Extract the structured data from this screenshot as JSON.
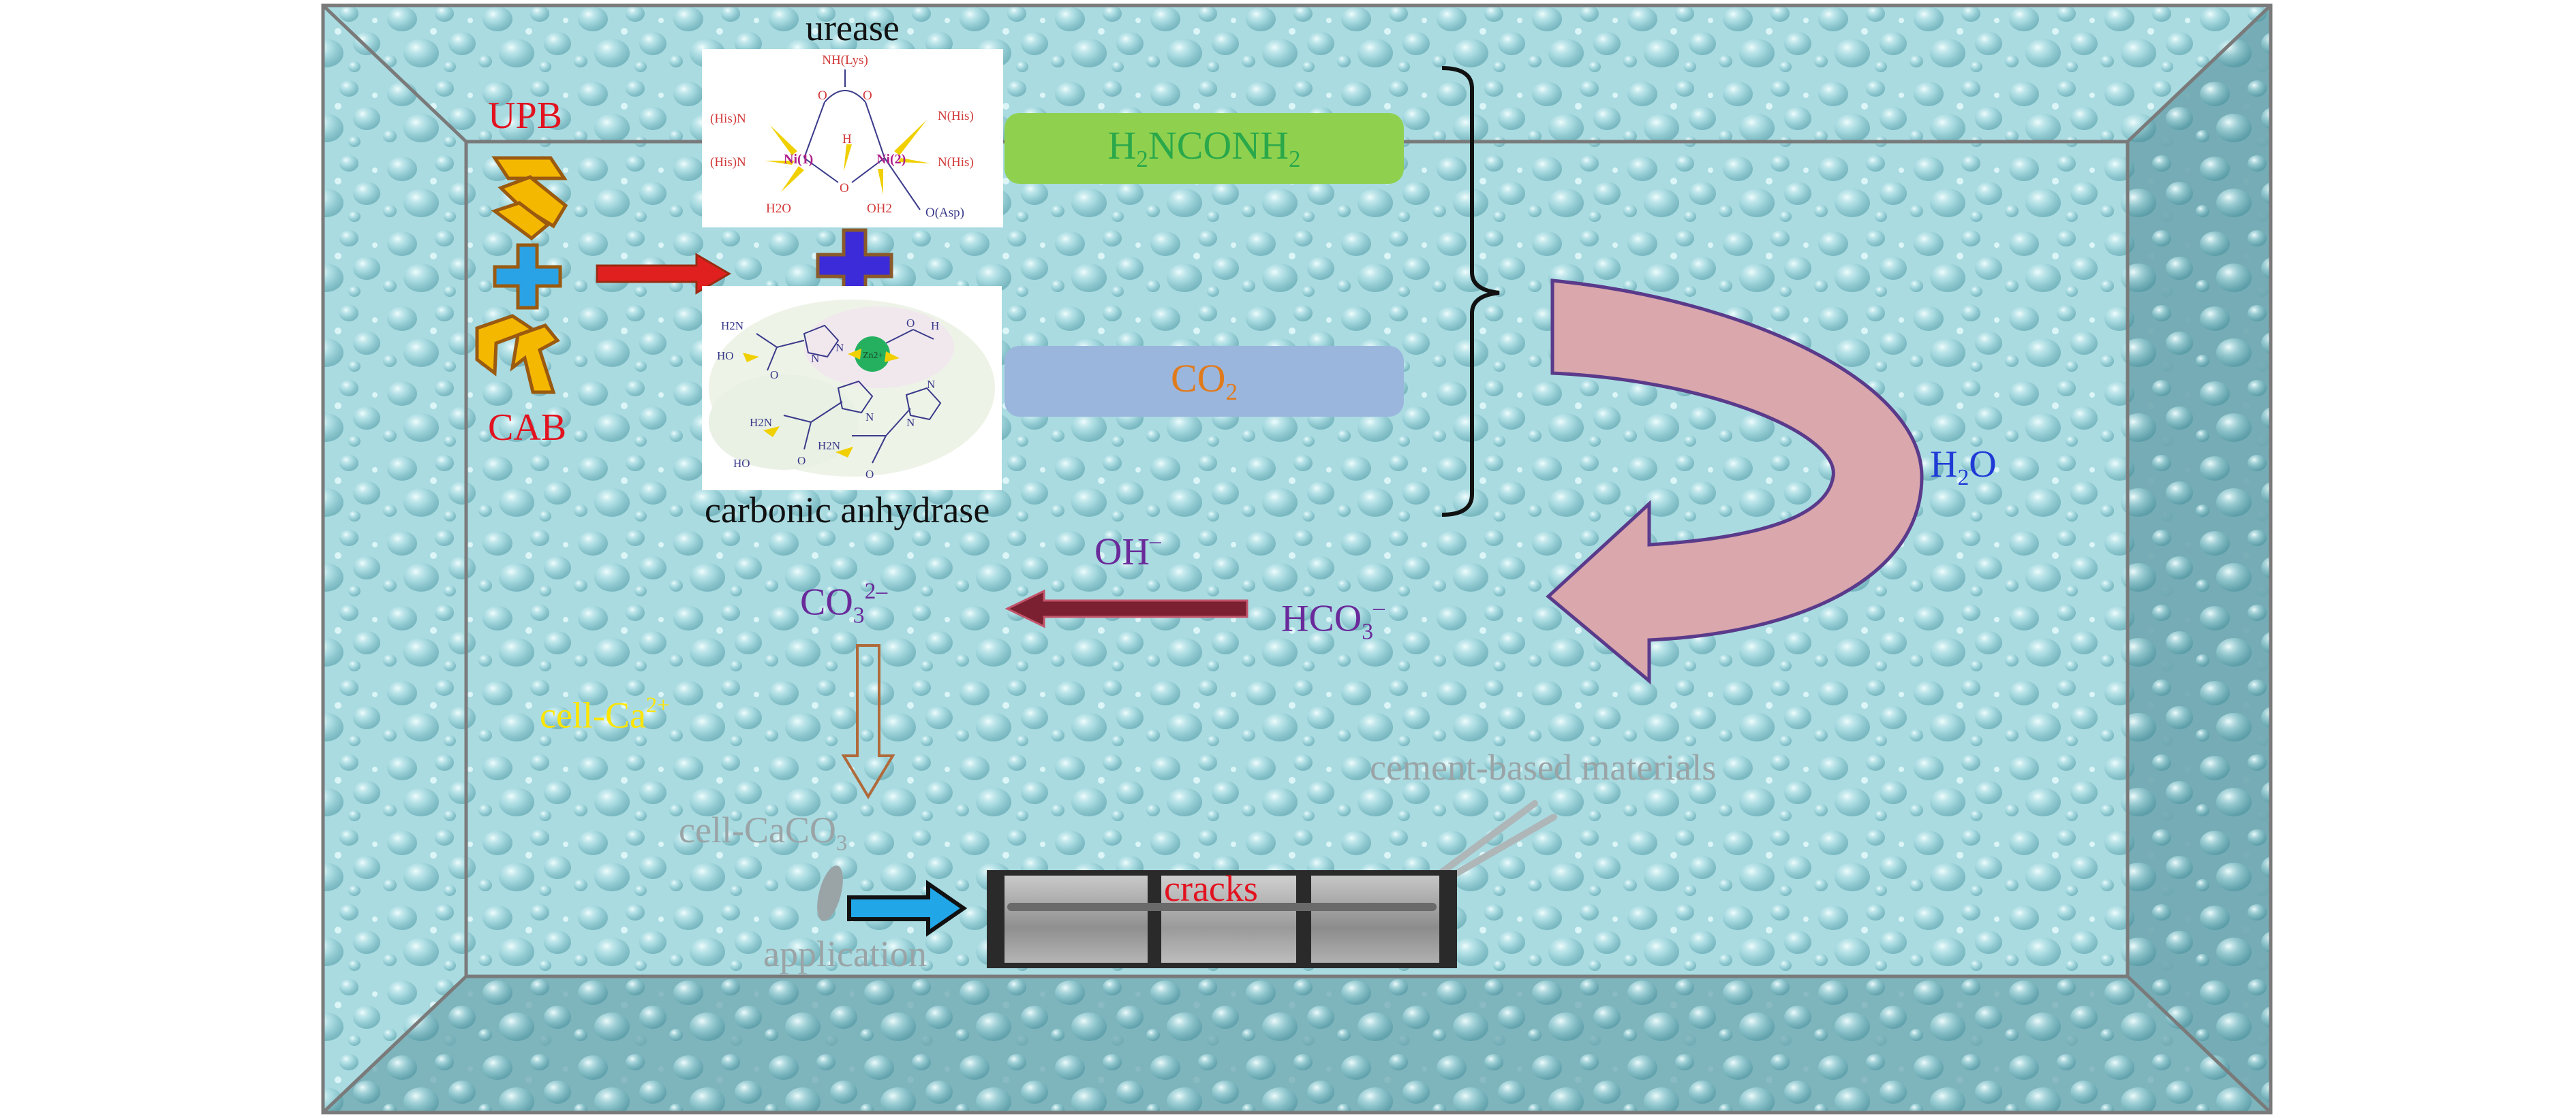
{
  "colors": {
    "water_light": "#bfe6ea",
    "water_mid": "#8fcfd7",
    "water_dark": "#4f9aa6",
    "frame_side": "#5f9aa3",
    "frame_edge": "#7a7a7a",
    "red_label": "#e2121f",
    "green_pill": "#8fd14f",
    "green_text": "#2aa84a",
    "blue_pill": "#9bb6dc",
    "orange_text": "#e07b1d",
    "purple_text": "#6a2a9a",
    "blue_text": "#1f3bd6",
    "yellow_text": "#ffe600",
    "grey_text": "#9aa4a6",
    "curve_fill": "#d9a7ac",
    "curve_stroke": "#5a3a8a",
    "maroon_arrow": "#7a2030",
    "cyan_arrow": "#21a7e8",
    "gold_shape": "#f5b800",
    "plus_blue": "#2aa2e6",
    "plus_purple": "#3b2bd8"
  },
  "labels": {
    "urease": "urease",
    "upb": "UPB",
    "cab": "CAB",
    "carbonic_anhydrase": "carbonic anhydrase",
    "urea": "H2NCONH2",
    "co2": "CO2",
    "h2o": "H2O",
    "oh": "OH–",
    "co3": "CO32–",
    "hco3": "HCO3–",
    "cell_ca": "cell-Ca2+",
    "cell_caco3": "cell-CaCO3",
    "cement": "cement-based materials",
    "cracks": "cracks",
    "application": "application"
  },
  "urease_structure": {
    "lys": "NH(Lys)",
    "his1": "(His)N",
    "his2": "(His)N",
    "ni1": "Ni(1)",
    "ni2": "Ni(2)",
    "h": "H",
    "o_center": "O",
    "o_top": "O",
    "o_top2": "O",
    "his3": "N(His)",
    "his4": "N(His)",
    "h2o_a": "H2O",
    "oh2": "OH2",
    "asp": "O(Asp)"
  },
  "ca_structure": {
    "h2n_1": "H2N",
    "h2n_2": "H2N",
    "h2n_3": "H2N",
    "ho_1": "HO",
    "ho_2": "HO",
    "n_a": "N",
    "n_b": "N",
    "n_c": "N",
    "n_d": "N",
    "n_e": "N",
    "o_a": "O",
    "o_b": "O",
    "o_c": "O",
    "oh_o": "O",
    "oh_h": "H",
    "zn": "Zn2+"
  }
}
